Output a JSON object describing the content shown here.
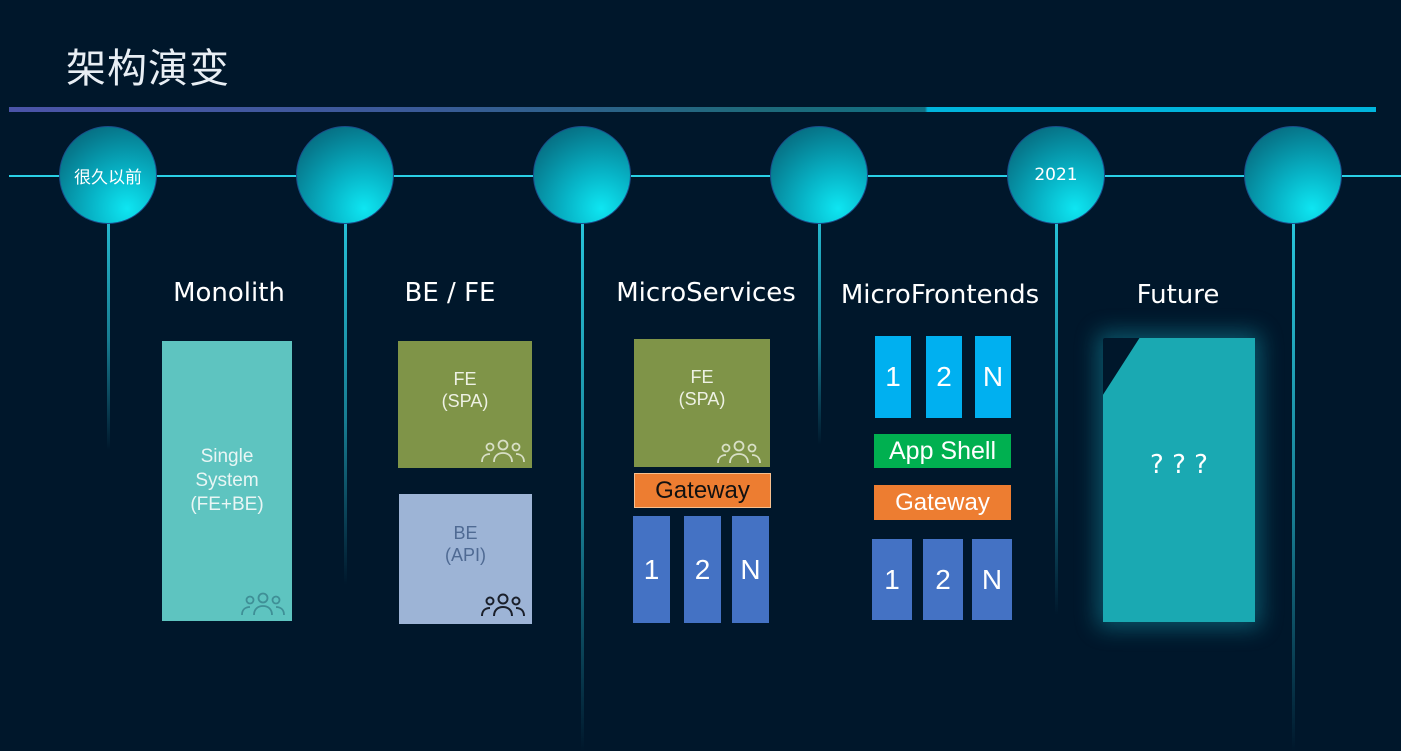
{
  "title": "架构演变",
  "timeline": {
    "nodes": [
      "很久以前",
      "",
      "",
      "",
      "2021",
      ""
    ]
  },
  "stages": {
    "monolith": {
      "label": "Monolith",
      "box": {
        "line1": "Single",
        "line2": "System",
        "line3": "(FE+BE)"
      }
    },
    "befe": {
      "label": "BE / FE",
      "fe": {
        "line1": "FE",
        "line2": "(SPA)"
      },
      "be": {
        "line1": "BE",
        "line2": "(API)"
      }
    },
    "microservices": {
      "label": "MicroServices",
      "fe": {
        "line1": "FE",
        "line2": "(SPA)"
      },
      "gateway": "Gateway",
      "services": [
        "1",
        "2",
        "N"
      ]
    },
    "microfrontends": {
      "label": "MicroFrontends",
      "frontends": [
        "1",
        "2",
        "N"
      ],
      "app_shell": "App Shell",
      "gateway": "Gateway",
      "services": [
        "1",
        "2",
        "N"
      ]
    },
    "future": {
      "label": "Future",
      "box": "? ? ?"
    }
  },
  "colors": {
    "background": "#00172b",
    "timeline": "#2ad0e6",
    "monolith_box": "#5ec4c0",
    "fe_box": "#7f9448",
    "be_box": "#9db4d6",
    "service_blue": "#4472c4",
    "frontend_cyan": "#00b0f0",
    "gateway_orange": "#ed7d31",
    "app_shell_green": "#00b050",
    "future_box": "#1aa9b2"
  }
}
